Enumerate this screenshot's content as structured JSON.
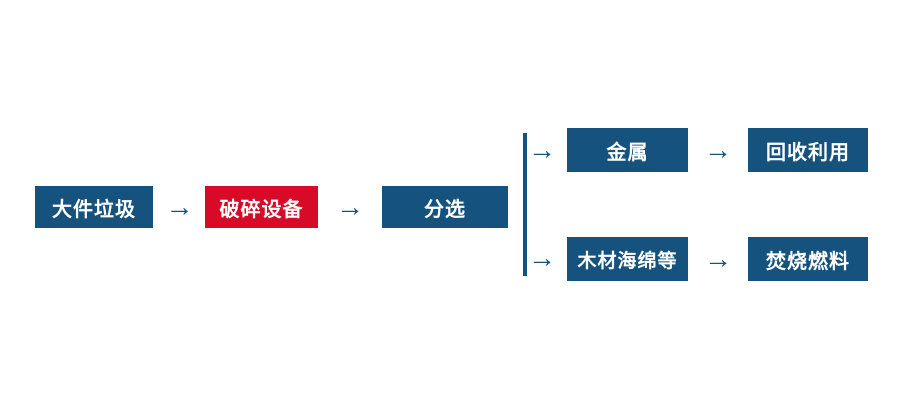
{
  "diagram": {
    "title_semantic": "bulky-waste-processing-flowchart",
    "background": "#ffffff",
    "colors": {
      "node_blue": "#15527e",
      "node_red": "#d70b28",
      "arrow": "#15527e",
      "connector_line": "#15527e",
      "text": "#ffffff"
    },
    "arrow_glyph": "→",
    "nodes": {
      "bulky_waste": {
        "label": "大件垃圾",
        "color": "#15527e"
      },
      "crushing_equipment": {
        "label": "破碎设备",
        "color": "#d70b28"
      },
      "sorting": {
        "label": "分选",
        "color": "#15527e"
      },
      "metal": {
        "label": "金属",
        "color": "#15527e"
      },
      "recycling": {
        "label": "回收利用",
        "color": "#15527e"
      },
      "wood_sponge_etc": {
        "label": "木材海绵等",
        "color": "#15527e"
      },
      "incineration_fuel": {
        "label": "焚烧燃料",
        "color": "#15527e"
      }
    },
    "edges": [
      {
        "from": "bulky_waste",
        "to": "crushing_equipment"
      },
      {
        "from": "crushing_equipment",
        "to": "sorting"
      },
      {
        "from": "sorting",
        "to": "metal"
      },
      {
        "from": "sorting",
        "to": "wood_sponge_etc"
      },
      {
        "from": "metal",
        "to": "recycling"
      },
      {
        "from": "wood_sponge_etc",
        "to": "incineration_fuel"
      }
    ]
  }
}
